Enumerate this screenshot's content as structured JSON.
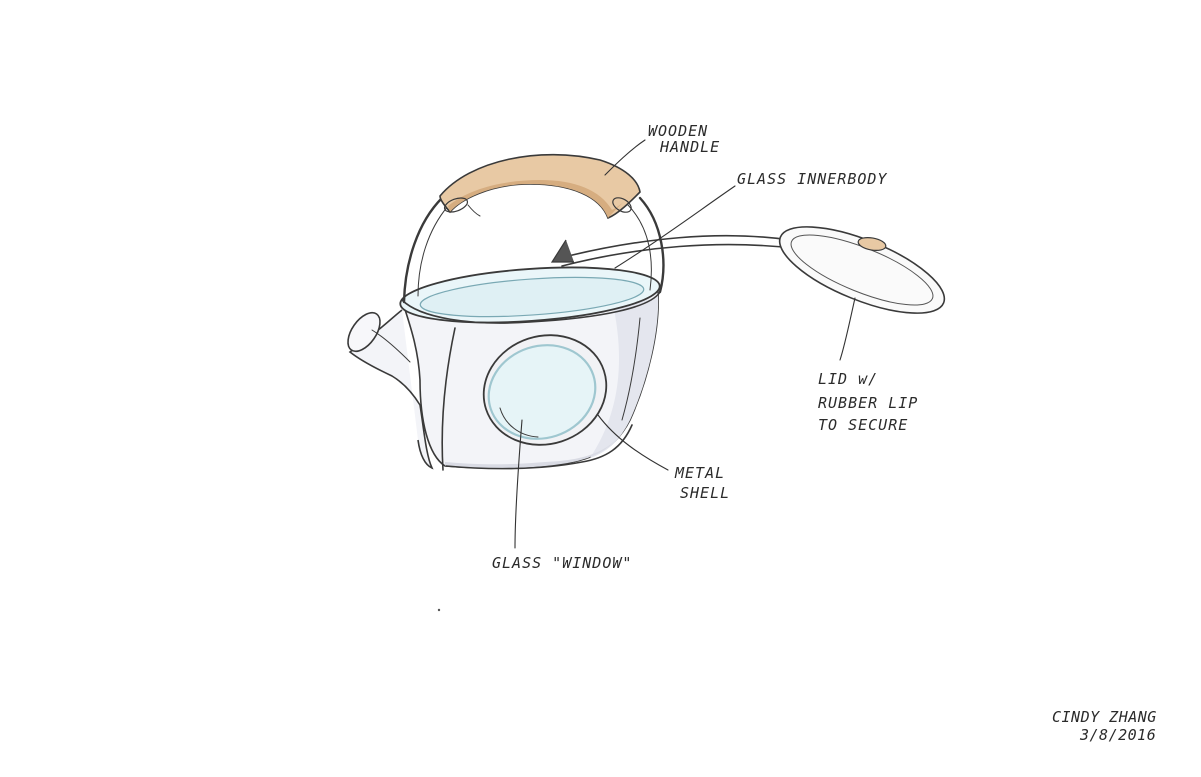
{
  "labels": {
    "wooden_handle": [
      "WOODEN",
      "HANDLE"
    ],
    "glass_innerbody": "GLASS INNERBODY",
    "lid": [
      "LID w/",
      "RUBBER LIP",
      "TO SECURE"
    ],
    "metal_shell": [
      "METAL",
      "SHELL"
    ],
    "glass_window": "GLASS \"WINDOW\""
  },
  "signature": {
    "name": "CINDY ZHANG",
    "date": "3/8/2016"
  },
  "colors": {
    "wood": "#e8c9a4",
    "wood_shadow": "#d6ad80",
    "glass": "#eaf6f9",
    "glass_edge": "#9fc7d0",
    "shell_shade": "#eceef4",
    "ink": "#333333"
  }
}
